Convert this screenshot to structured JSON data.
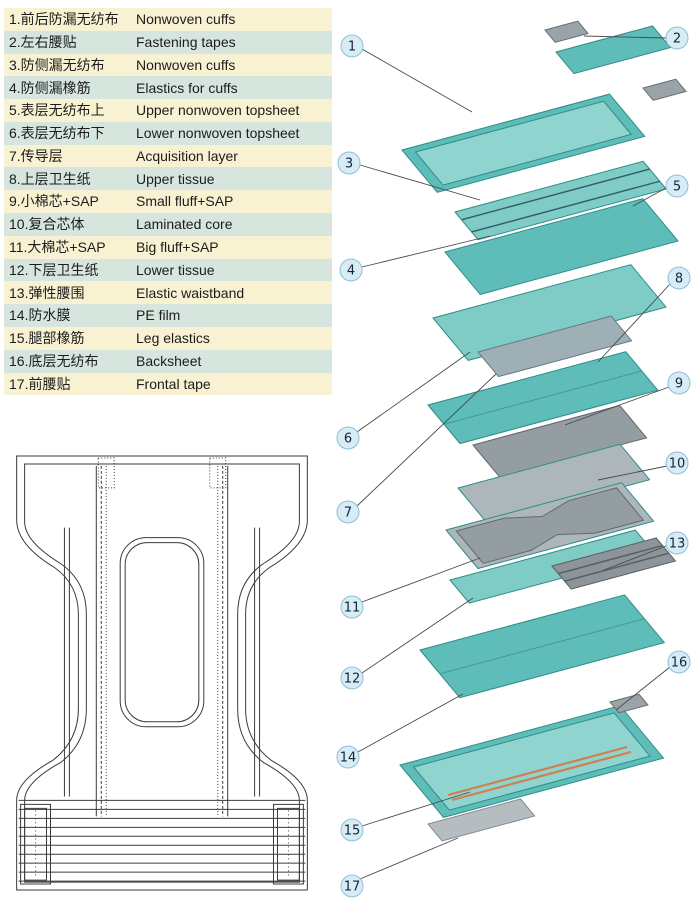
{
  "legend": {
    "rows": [
      {
        "zh": "1.前后防漏无纺布",
        "en": "Nonwoven cuffs"
      },
      {
        "zh": "2.左右腰贴",
        "en": "Fastening tapes"
      },
      {
        "zh": "3.防侧漏无纺布",
        "en": "Nonwoven cuffs"
      },
      {
        "zh": "4.防侧漏橡筋",
        "en": "Elastics for cuffs"
      },
      {
        "zh": "5.表层无纺布上",
        "en": "Upper nonwoven topsheet"
      },
      {
        "zh": "6.表层无纺布下",
        "en": "Lower nonwoven topsheet"
      },
      {
        "zh": "7.传导层",
        "en": "Acquisition layer"
      },
      {
        "zh": "8.上层卫生纸",
        "en": "Upper tissue"
      },
      {
        "zh": "9.小棉芯+SAP",
        "en": "Small fluff+SAP"
      },
      {
        "zh": "10.复合芯体",
        "en": "Laminated core"
      },
      {
        "zh": "11.大棉芯+SAP",
        "en": "Big fluff+SAP"
      },
      {
        "zh": "12.下层卫生纸",
        "en": "Lower tissue"
      },
      {
        "zh": "13.弹性腰围",
        "en": "Elastic waistband"
      },
      {
        "zh": "14.防水膜",
        "en": "PE film"
      },
      {
        "zh": "15.腿部橡筋",
        "en": "Leg elastics"
      },
      {
        "zh": "16.底层无纺布",
        "en": "Backsheet"
      },
      {
        "zh": "17.前腰贴",
        "en": "Frontal tape"
      }
    ]
  },
  "callouts": {
    "labels": [
      "1",
      "2",
      "3",
      "4",
      "5",
      "6",
      "7",
      "8",
      "9",
      "10",
      "11",
      "12",
      "13",
      "14",
      "15",
      "16",
      "17"
    ]
  },
  "colors": {
    "teal": "#5ebdb8",
    "teal-light": "#7fccc7",
    "teal-edge": "#2e8d88",
    "gray": "#9aa3a8",
    "band-gray": "#8d959a",
    "leg-elastic-orange": "#cf7f52",
    "badge-fill": "#d8ecf6",
    "badge-edge": "#8cbeda",
    "legend-row-odd": "#f8f2d2",
    "legend-row-even": "#d6e6de"
  }
}
